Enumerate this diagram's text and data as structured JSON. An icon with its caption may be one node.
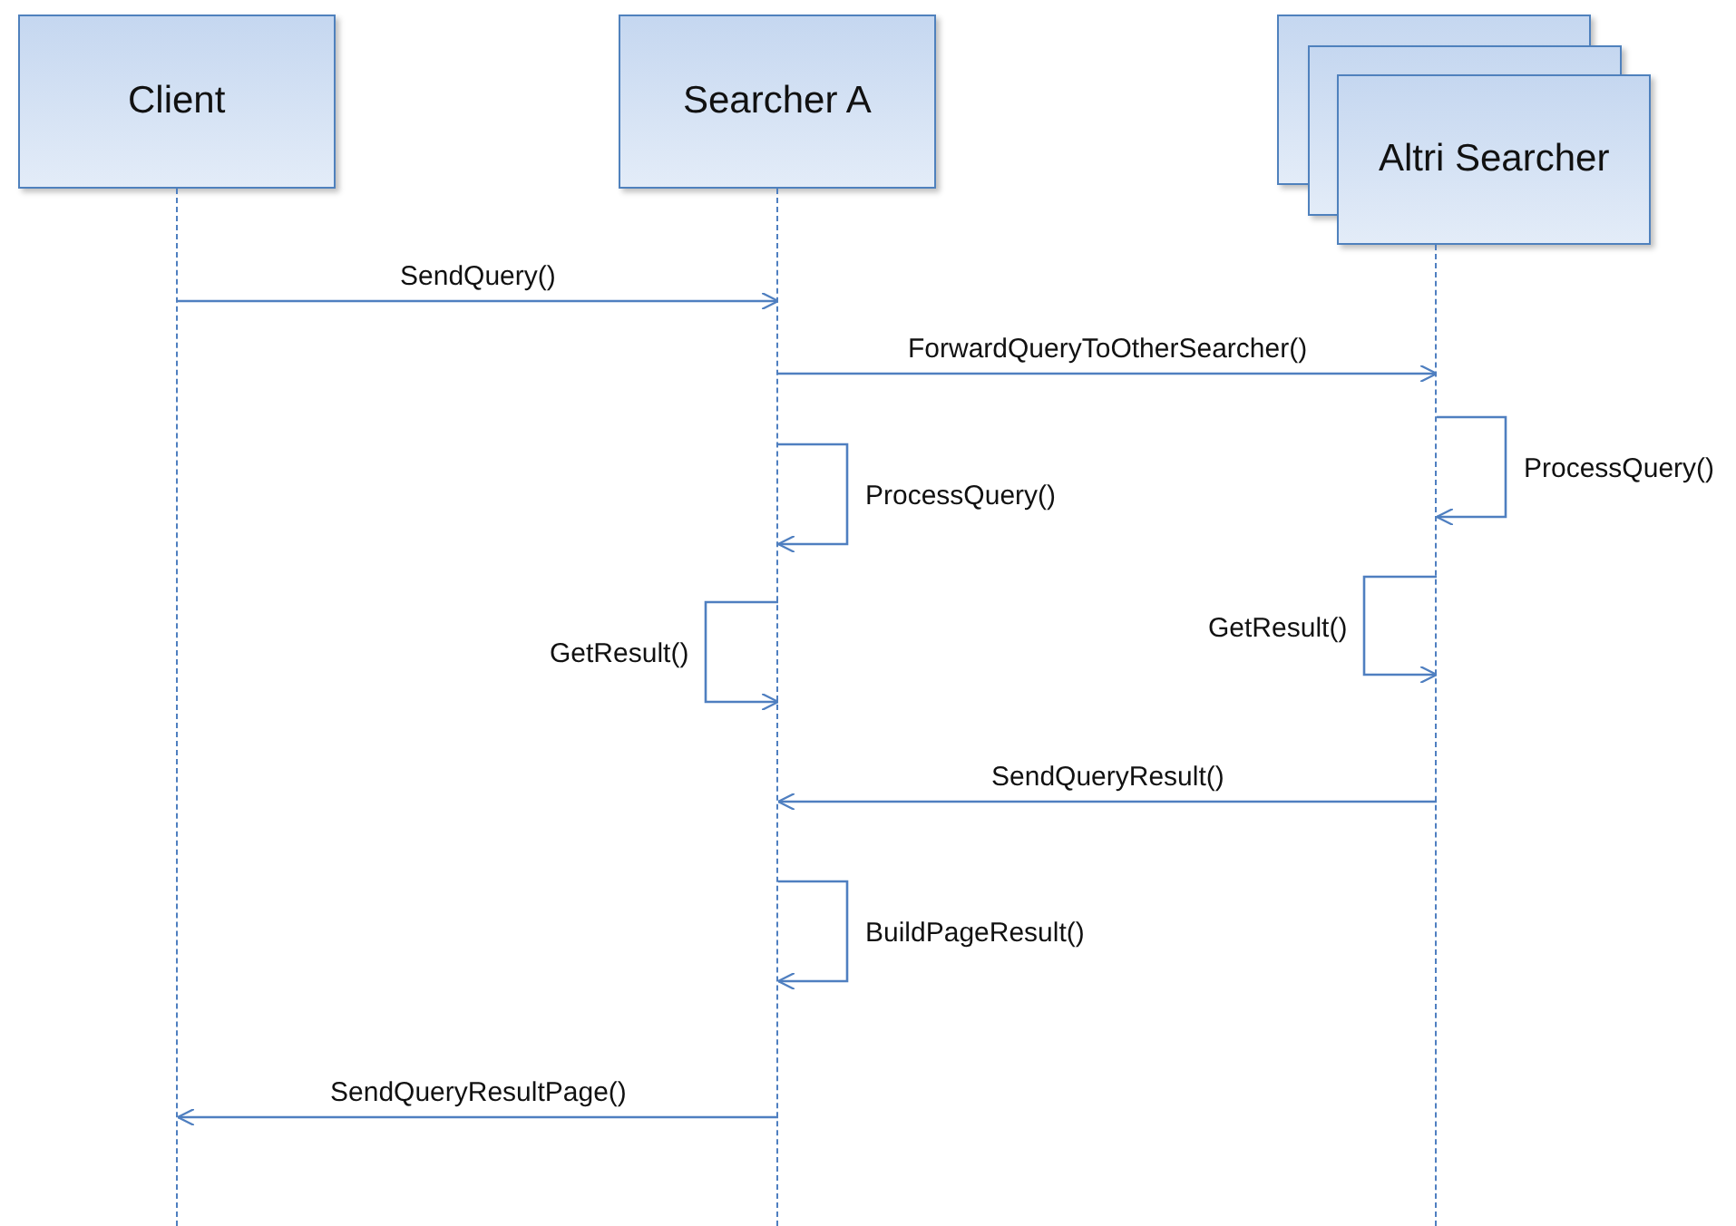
{
  "diagram": {
    "nodes": [
      {
        "text": [
          "Client"
        ]
      },
      {
        "text": [
          "Searcher A"
        ]
      },
      {
        "text": [
          "Altri Searcher"
        ]
      },
      {
        "text": [],
        "shape": "line"
      },
      {
        "text": [],
        "shape": "line"
      },
      {
        "text": [],
        "shape": "line"
      }
    ],
    "edges": [
      {
        "from": 3,
        "to": 4,
        "arrow": "to",
        "label": "SendQuery()"
      },
      {
        "from": 4,
        "to": 5,
        "arrow": "to",
        "label": "ForwardQueryToOtherSearcher()"
      },
      {
        "from": 5,
        "to": 5,
        "arrow": "to",
        "label": "ProcessQuery()"
      },
      {
        "from": 4,
        "to": 4,
        "arrow": "to",
        "label": "ProcessQuery()"
      },
      {
        "from": 5,
        "to": 5,
        "arrow": "to",
        "label": "GetResult()"
      },
      {
        "from": 4,
        "to": 4,
        "arrow": "to",
        "label": "GetResult()"
      },
      {
        "from": 5,
        "to": 4,
        "arrow": "to",
        "label": "SendQueryResult()"
      },
      {
        "from": 4,
        "to": 4,
        "arrow": "to",
        "label": "BuildPageResult()"
      },
      {
        "from": 4,
        "to": 3,
        "arrow": "to",
        "label": "SendQueryResultPage()"
      }
    ]
  }
}
